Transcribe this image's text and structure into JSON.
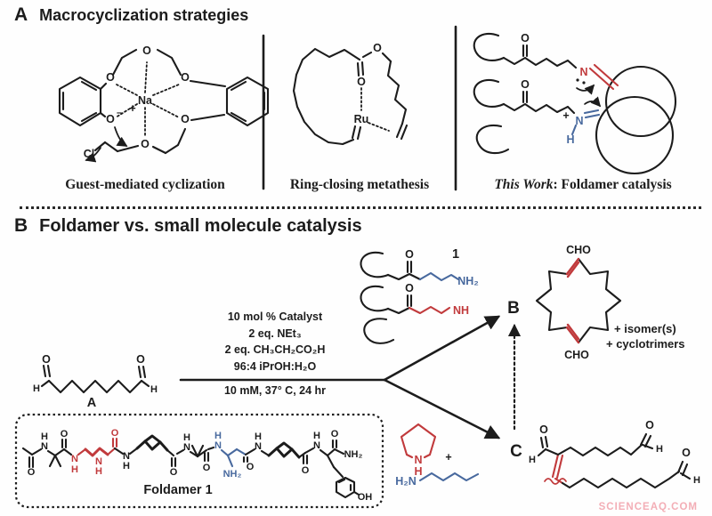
{
  "panel_a": {
    "label": "A",
    "title": "Macrocyclization strategies",
    "caption_left": "Guest-mediated cyclization",
    "caption_middle": "Ring-closing metathesis",
    "caption_right_italic": "This Work",
    "caption_right_rest": ": Foldamer catalysis"
  },
  "panel_b": {
    "label": "B",
    "title": "Foldamer vs. small molecule catalysis",
    "substrate_label": "A",
    "catalyst_label": "1",
    "conditions_above": [
      "10 mol % Catalyst",
      "2 eq. NEt₃",
      "2 eq. CH₃CH₂CO₂H",
      "96:4 iPrOH:H₂O"
    ],
    "conditions_below": "10 mM, 37° C, 24 hr",
    "path_b_label": "B",
    "path_c_label": "C",
    "product_b_note_1": "+ isomer(s)",
    "product_b_note_2": "+ cyclotrimers",
    "foldamer_label": "Foldamer 1"
  },
  "atoms": {
    "o": "O",
    "n": "N",
    "h": "H",
    "na": "Na",
    "plus": "+",
    "minus": "–",
    "cl": "Cl",
    "ru": "Ru",
    "nh": "NH",
    "nh2": "NH₂",
    "h2n": "H₂N",
    "cho": "CHO",
    "oh": "OH"
  },
  "watermark": "SCIENCEAQ.COM",
  "colors": {
    "ink": "#1c1c1c",
    "red": "#c13a3c",
    "blue": "#48699e",
    "watermark_pink": "#f3aeb6"
  }
}
